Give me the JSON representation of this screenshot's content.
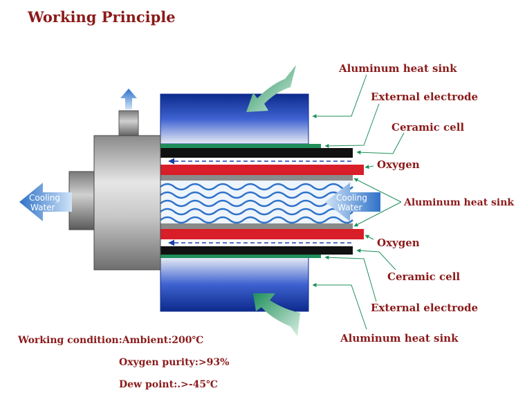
{
  "title": "Working Principle",
  "callouts": {
    "heat_sink_top": "Aluminum heat sink",
    "electrode_top": "External electrode",
    "ceramic_top": "Ceramic cell",
    "oxygen_top": "Oxygen",
    "heat_sink_mid": "Aluminum heat sink",
    "oxygen_bottom": "Oxygen",
    "ceramic_bottom": "Ceramic cell",
    "electrode_bottom": "External electrode",
    "heat_sink_bottom": "Aluminum heat sink"
  },
  "cooling_water": {
    "left_line1": "Cooling",
    "left_line2": "Water",
    "right_line1": "Cooling",
    "right_line2": "Water"
  },
  "conditions": {
    "working": "Working condition:Ambient:200℃",
    "purity": "Oxygen purity:>93%",
    "dew_point": "Dew point:.>-45℃"
  },
  "colors": {
    "title_text": "#8b1a1a",
    "heat_sink_blue": "#1a3fa8",
    "electrode_black": "#111111",
    "ceramic_green": "#1f8f5a",
    "oxygen_red": "#d81e28",
    "leader_green": "#1f8f5a",
    "arrow_blue": "#2f72c8"
  }
}
